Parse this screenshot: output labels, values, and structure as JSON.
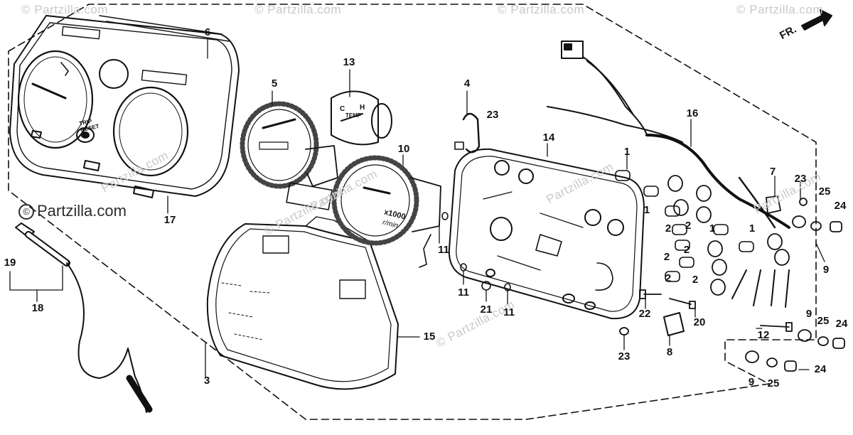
{
  "watermarks": {
    "tiles": [
      "© Partzilla.com",
      "© Partzilla.com",
      "© Partzilla.com",
      "© Partzilla.com",
      "© Partzilla.com",
      "Partzilla.com",
      "Partzilla.com",
      "Partzilla.com",
      "Partzilla.com",
      "© Partzilla.com"
    ],
    "brand": "Partzilla.com"
  },
  "diagram": {
    "direction_marker": "FR.",
    "gauge_texts": {
      "trip_reset": "TRIP RESET",
      "tach_multiplier": "x1000",
      "tach_unit": "r/min",
      "temp_h": "H",
      "temp_c": "C",
      "temp_label": "TEMP"
    },
    "callouts": [
      "1",
      "1",
      "1",
      "1",
      "2",
      "2",
      "2",
      "2",
      "2",
      "2",
      "3",
      "4",
      "5",
      "6",
      "7",
      "8",
      "9",
      "9",
      "9",
      "10",
      "11",
      "11",
      "11",
      "11",
      "12",
      "13",
      "14",
      "15",
      "16",
      "17",
      "18",
      "19",
      "20",
      "21",
      "22",
      "23",
      "23",
      "23",
      "24",
      "24",
      "24",
      "25",
      "25",
      "25"
    ]
  }
}
